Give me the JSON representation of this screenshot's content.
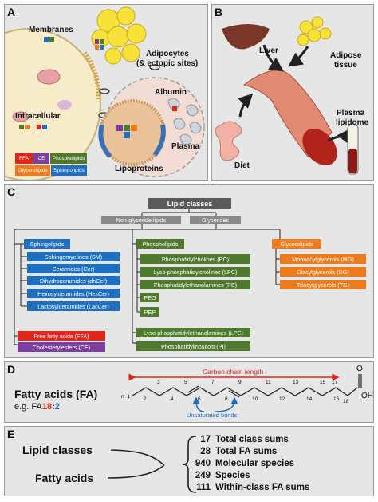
{
  "panelA": {
    "letter": "A",
    "membranes": "Membranes",
    "intracellular": "Intracellular",
    "adipocytes_line1": "Adipocytes",
    "adipocytes_line2": "(& ectopic sites)",
    "albumin": "Albumin",
    "plasma": "Plasma",
    "lipoproteins": "Lipoproteins",
    "legend": {
      "ffa": "FFA",
      "ce": "CE",
      "phospholipids": "Phospholipids",
      "glycerolipids": "Glycerolipids",
      "sphingolipids": "Sphingolipids"
    }
  },
  "panelB": {
    "letter": "B",
    "liver": "Liver",
    "adipose_line1": "Adipose",
    "adipose_line2": "tissue",
    "diet": "Diet",
    "plasma_line1": "Plasma",
    "plasma_line2": "lipidome"
  },
  "panelC": {
    "letter": "C",
    "root": "Lipid classes",
    "nonglyceride": "Non-glyceride lipids",
    "glycerides": "Glycerides",
    "sphingolipids": "Sphingolipids",
    "sphingo_items": [
      "Sphingomyelines (SM)",
      "Ceramides (Cer)",
      "Dihydroceramides (dhCer)",
      "Hexosylceramides (HexCer)",
      "Lactosylceramides (LacCer)"
    ],
    "ffa": "Free fatty acids (FFA)",
    "ce": "Cholesterylesters (CE)",
    "phospholipids": "Phospholipids",
    "phospho_items": [
      "Phosphatidylcholines (PC)",
      "Lyso-phosphatidylcholines (LPC)",
      "Phosphatidylethanolamines (PE)"
    ],
    "peo": "PEO",
    "pep": "PEP",
    "lpe": "Lyso-phosphatidylethanolamines (LPE)",
    "pi": "Phosphatidylinositols (PI)",
    "glycerolipids": "Glycerolipids",
    "glycero_items": [
      "Monoacylglycerols (MG)",
      "Diacylglycerols (DG)",
      "Triacylglycerols (TG)"
    ],
    "colors": {
      "sphingo": "#1f6fc1",
      "phospho": "#4f7a2d",
      "glycero": "#ef7c1c",
      "ffa": "#e0261d",
      "ce": "#7c3fa0"
    }
  },
  "panelD": {
    "letter": "D",
    "title": "Fatty acids (FA)",
    "eg": "e.g. FA",
    "eg_num1": "18",
    "eg_sep": ":",
    "eg_num2": "2",
    "chain_label": "Carbon chain length",
    "unsat_label": "Unsaturated bonds",
    "n1": "n−1",
    "numbers": [
      "2",
      "3",
      "4",
      "5",
      "6",
      "7",
      "8",
      "9",
      "10",
      "11",
      "12",
      "13",
      "14",
      "15",
      "16",
      "17",
      "18"
    ],
    "o": "O",
    "oh": "OH"
  },
  "panelE": {
    "letter": "E",
    "lipid_classes": "Lipid classes",
    "fatty_acids": "Fatty acids",
    "rows": [
      {
        "n": "17",
        "label": "Total class sums"
      },
      {
        "n": "28",
        "label": "Total FA sums"
      },
      {
        "n": "940",
        "label": "Molecular species"
      },
      {
        "n": "249",
        "label": "Species"
      },
      {
        "n": "111",
        "label": "Within-class FA sums"
      }
    ]
  }
}
